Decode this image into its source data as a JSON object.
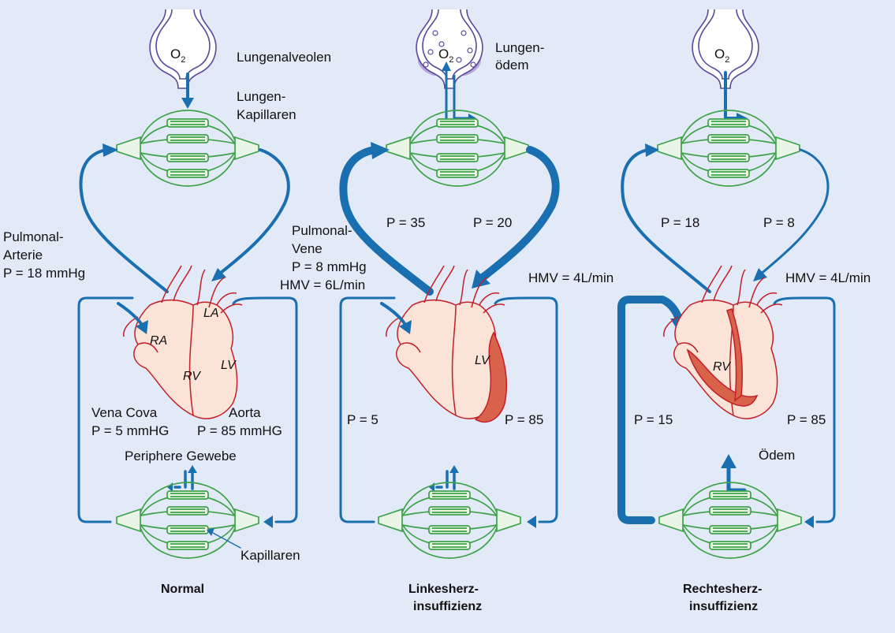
{
  "diagram": {
    "o2_label": "O",
    "o2_sub": "2",
    "normal": {
      "alveoli": "Lungenalveolen",
      "lung_capillaries_1": "Lungen-",
      "lung_capillaries_2": "Kapillaren",
      "pulm_artery_1": "Pulmonal-",
      "pulm_artery_2": "Arterie",
      "pulm_artery_3": "P = 18 mmHg",
      "pulm_vein_1": "Pulmonal-",
      "pulm_vein_2": "Vene",
      "pulm_vein_3": "P = 8 mmHg",
      "hmv": "HMV = 6L/min",
      "ra": "RA",
      "la": "LA",
      "rv": "RV",
      "lv": "LV",
      "vena_cava_1": "Vena Cova",
      "vena_cava_2": "P = 5 mmHG",
      "aorta_1": "Aorta",
      "aorta_2": "P = 85 mmHG",
      "peripheral": "Periphere Gewebe",
      "capillaries": "Kapillaren",
      "title": "Normal"
    },
    "left": {
      "edema": [
        "Lungen-",
        "ödem"
      ],
      "p_left": "P = 35",
      "p_right": "P = 20",
      "hmv": "HMV = 4L/min",
      "lv": "LV",
      "p_bottom_left": "P = 5",
      "p_bottom_right": "P = 85",
      "title_1": "Linkesherz-",
      "title_2": "insuffizienz"
    },
    "right": {
      "p_left": "P = 18",
      "p_right": "P = 8",
      "hmv": "HMV = 4L/min",
      "rv": "RV",
      "p_bottom_left": "P = 15",
      "p_bottom_right": "P = 85",
      "edema": "Ödem",
      "title_1": "Rechtesherz-",
      "title_2": "insuffizienz"
    },
    "colors": {
      "background": "#e3eaf7",
      "flow": "#1a6fb0",
      "capillary": "#3ea24a",
      "heart_outline": "#c21f28",
      "hypertrophy": "#d9624a",
      "alveolus": "#5a4a99"
    }
  }
}
